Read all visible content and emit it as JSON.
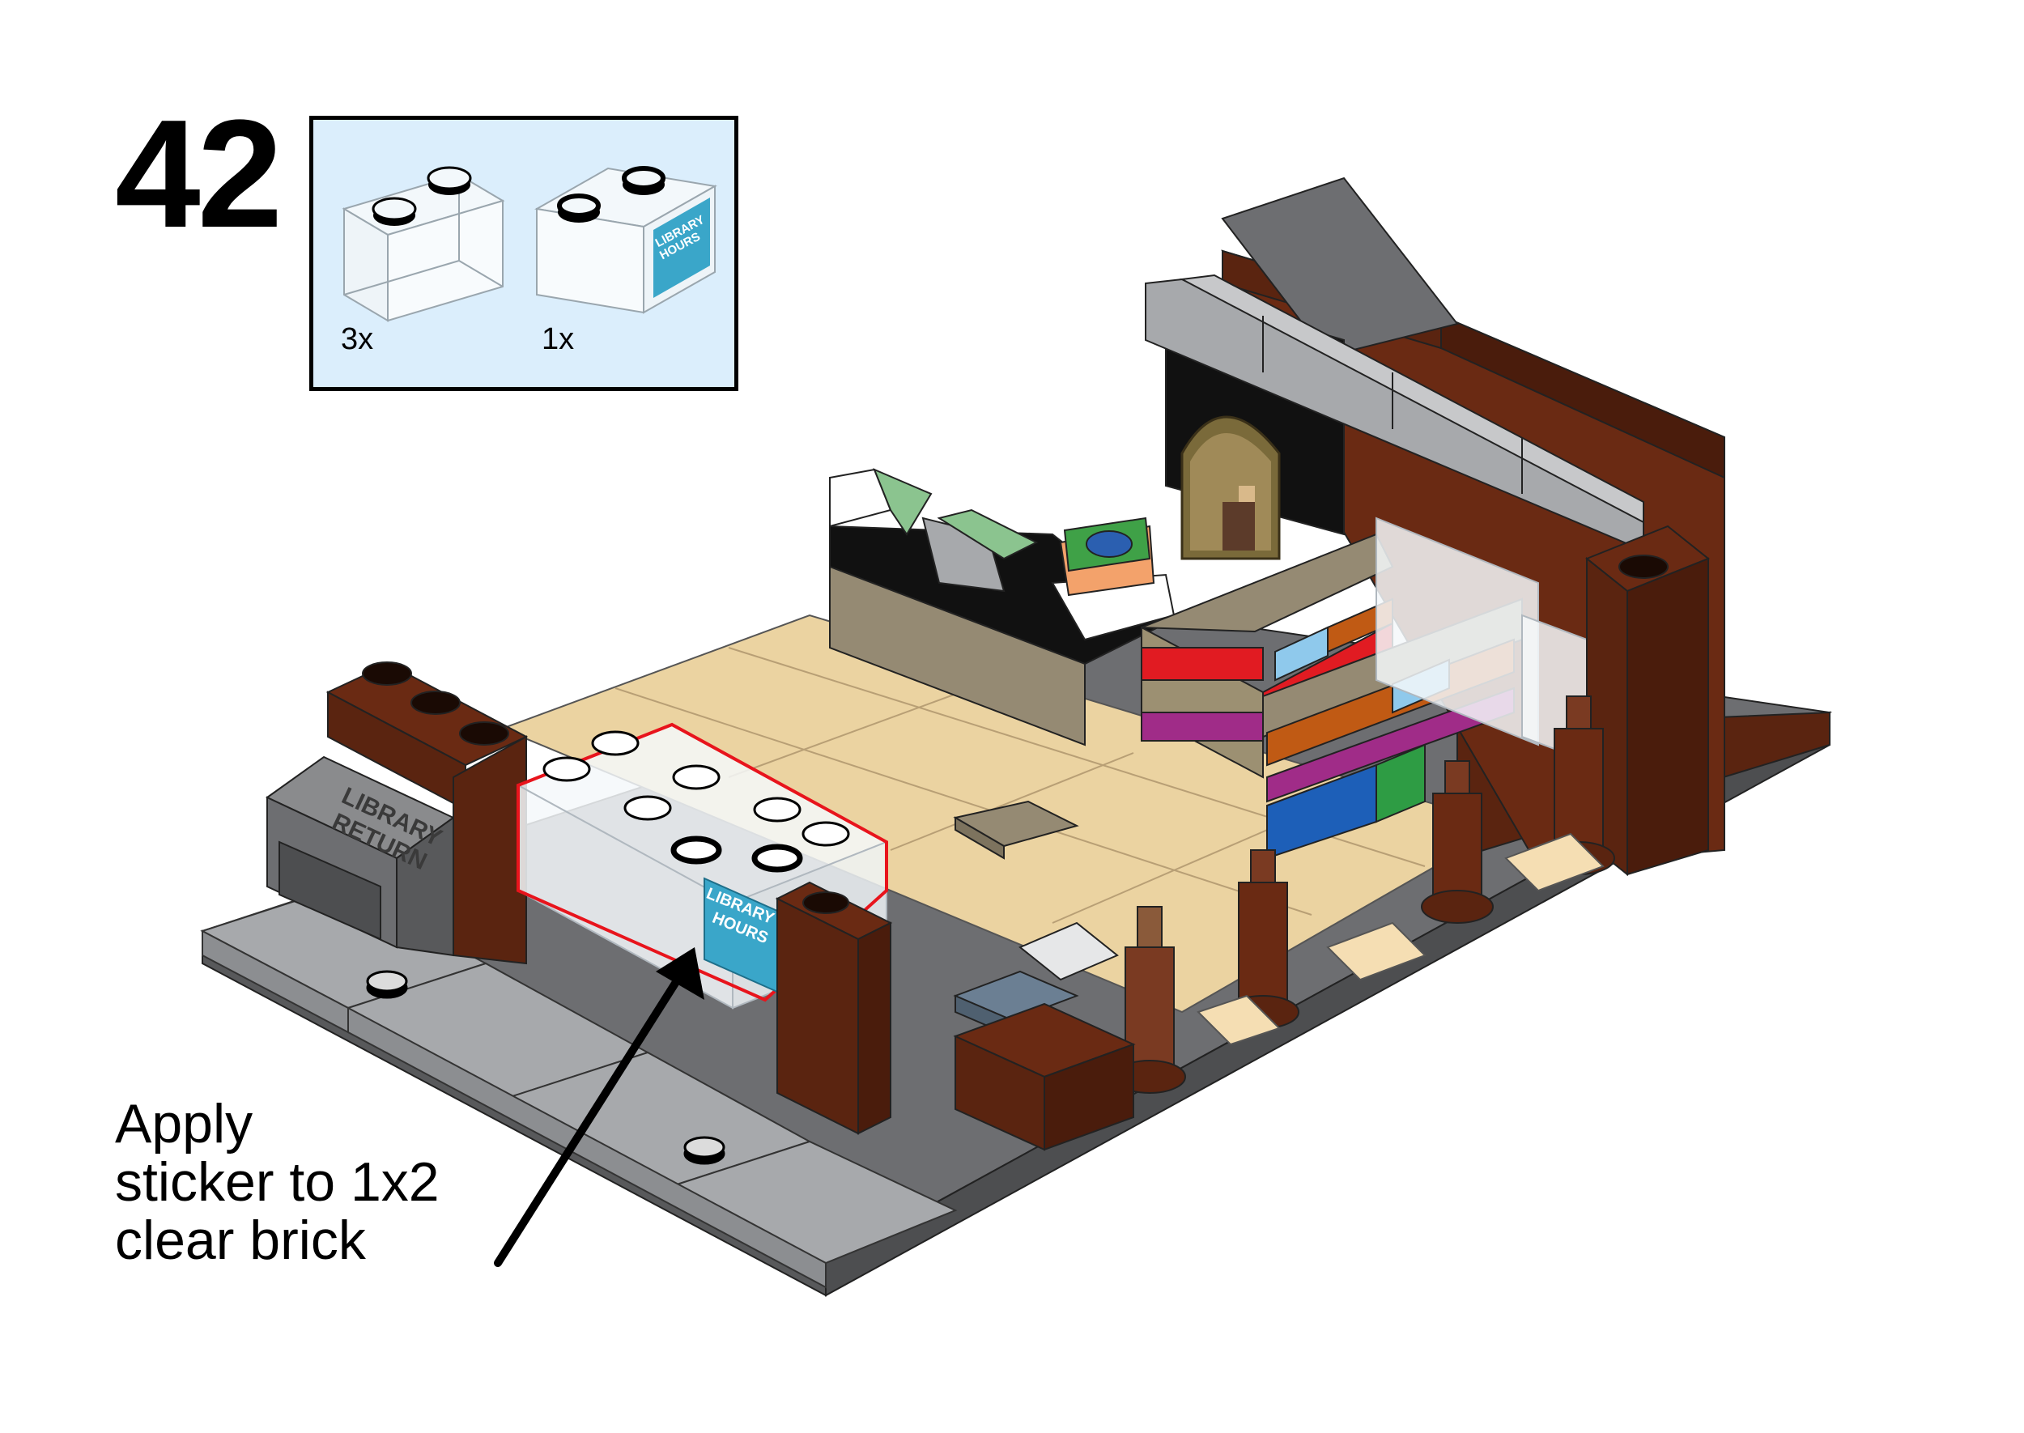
{
  "step": {
    "number": "42"
  },
  "parts_list": {
    "items": [
      {
        "count": "3x",
        "part": "1x2 clear brick"
      },
      {
        "count": "1x",
        "part": "1x2 clear brick with sticker"
      }
    ]
  },
  "sticker": {
    "line1": "LIBRARY",
    "line2": "HOURS"
  },
  "return_box": {
    "line1": "LIBRARY",
    "line2": "RETURN"
  },
  "instruction": {
    "text": "Apply\nsticker to 1x2\nclear brick"
  },
  "colors": {
    "panel_bg": "#dbeefc",
    "sticker_blue": "#3aa6c9",
    "highlight_red": "#e8141c",
    "reddish_brown": "#5a2410",
    "tan": "#ebd3a1",
    "dark_tan": "#958a73",
    "light_gray": "#a7a9ac",
    "dark_gray": "#6d6e71"
  }
}
